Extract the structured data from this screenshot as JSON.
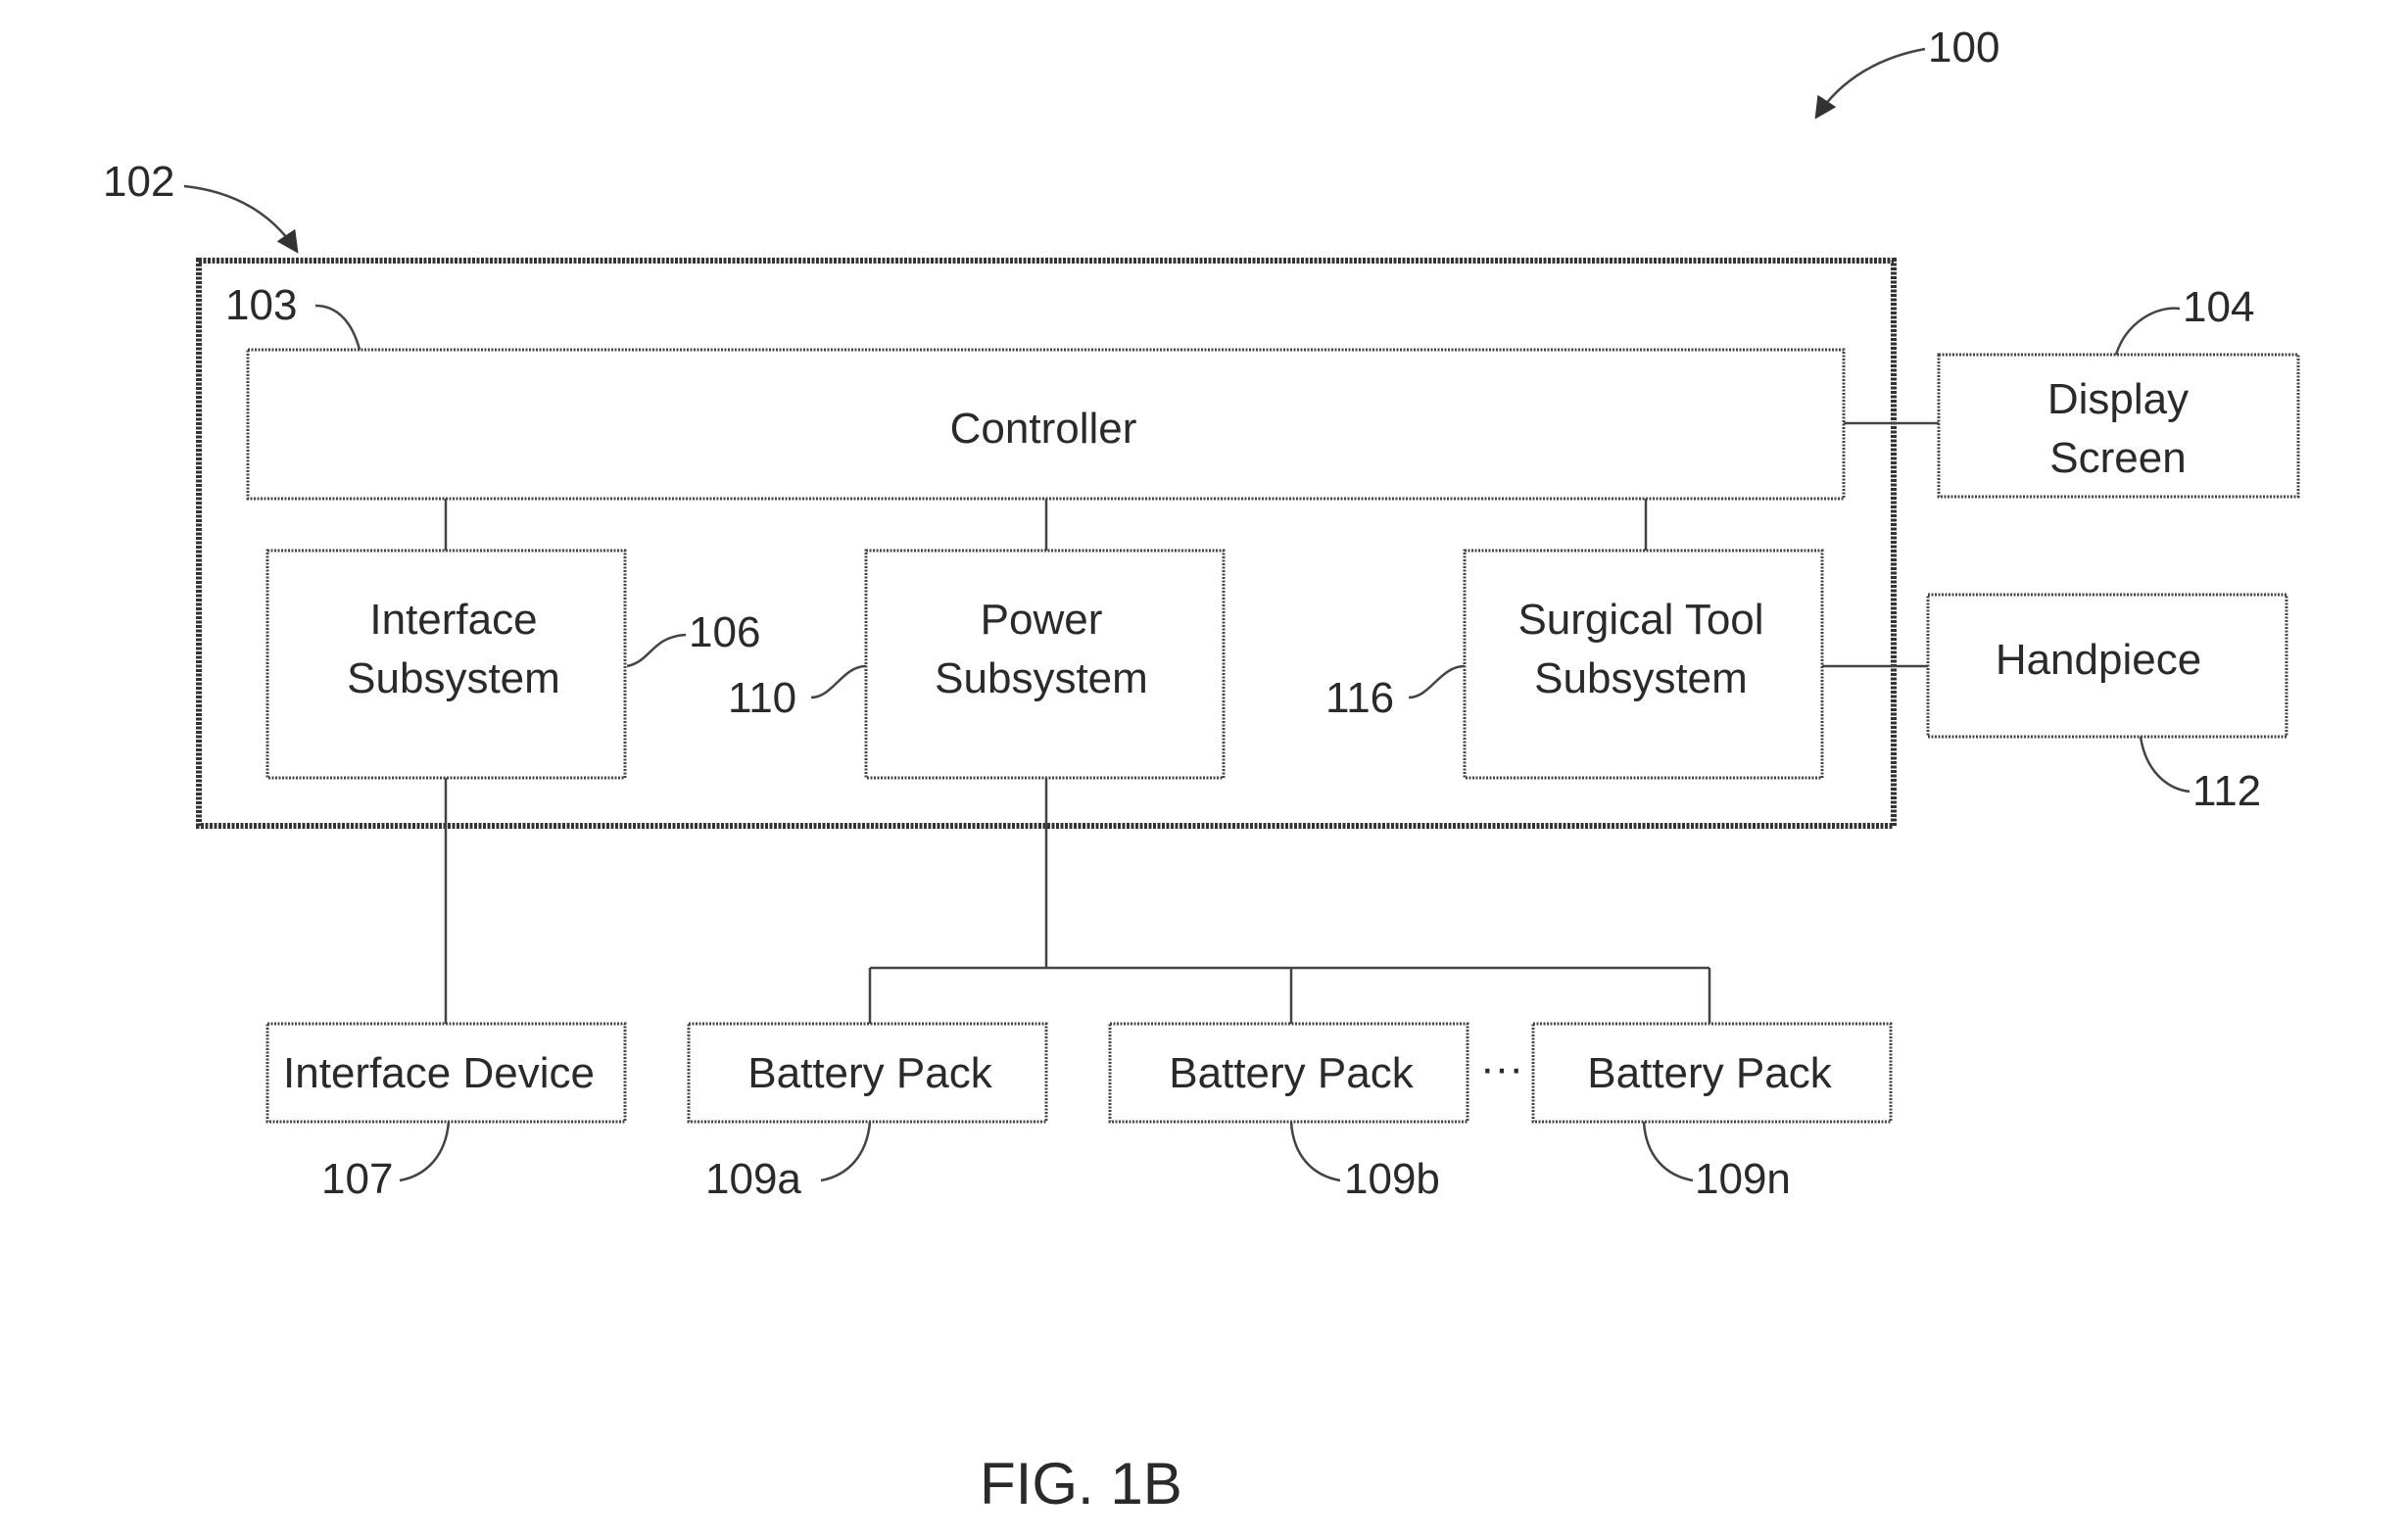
{
  "figure_label": "FIG. 1B",
  "refs": {
    "system": "100",
    "console": "102",
    "controller": "103",
    "display": "104",
    "interface_subsystem": "106",
    "interface_device": "107",
    "battery_a": "109a",
    "battery_b": "109b",
    "battery_n": "109n",
    "power_subsystem": "110",
    "handpiece": "112",
    "surgical_tool_subsystem": "116"
  },
  "blocks": {
    "controller": "Controller",
    "display_line1": "Display",
    "display_line2": "Screen",
    "interface_subsystem_line1": "Interface",
    "interface_subsystem_line2": "Subsystem",
    "power_subsystem_line1": "Power",
    "power_subsystem_line2": "Subsystem",
    "surgical_tool_line1": "Surgical Tool",
    "surgical_tool_line2": "Subsystem",
    "handpiece": "Handpiece",
    "interface_device": "Interface Device",
    "battery_pack_a": "Battery Pack",
    "battery_pack_b": "Battery Pack",
    "battery_pack_n": "Battery Pack",
    "ellipsis": "···"
  }
}
